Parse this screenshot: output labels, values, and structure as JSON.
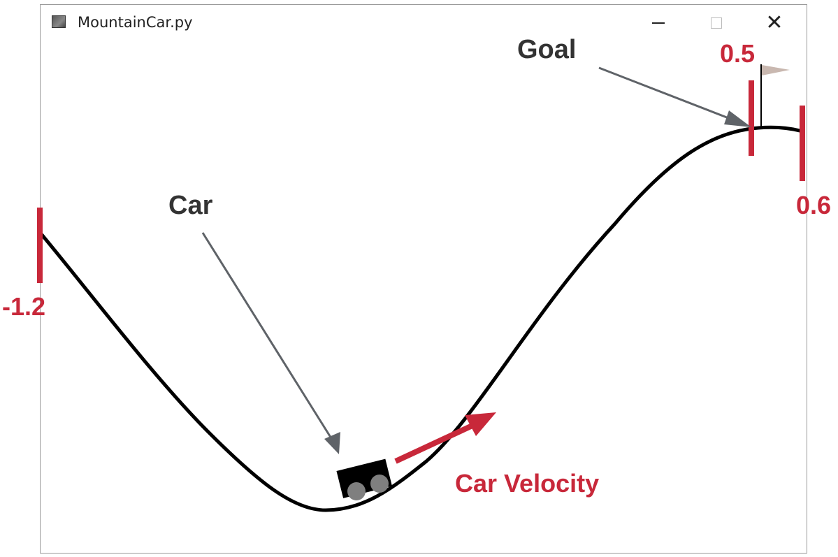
{
  "window": {
    "title": "MountainCar.py",
    "controls": {
      "minimize": "minimize",
      "maximize": "maximize",
      "close": "close"
    }
  },
  "annotations": {
    "goal": "Goal",
    "car": "Car",
    "car_velocity": "Car Velocity",
    "position_min": "-1.2",
    "goal_position": "0.5",
    "position_max": "0.6"
  },
  "colors": {
    "annotation_red": "#c8283a",
    "annotation_dark": "#333333",
    "arrow_gray": "#5f6368",
    "track": "#000000",
    "flag": "#c9b8b0"
  },
  "icons": [
    "app-icon",
    "minimize-icon",
    "maximize-icon",
    "close-icon",
    "flag-icon"
  ]
}
